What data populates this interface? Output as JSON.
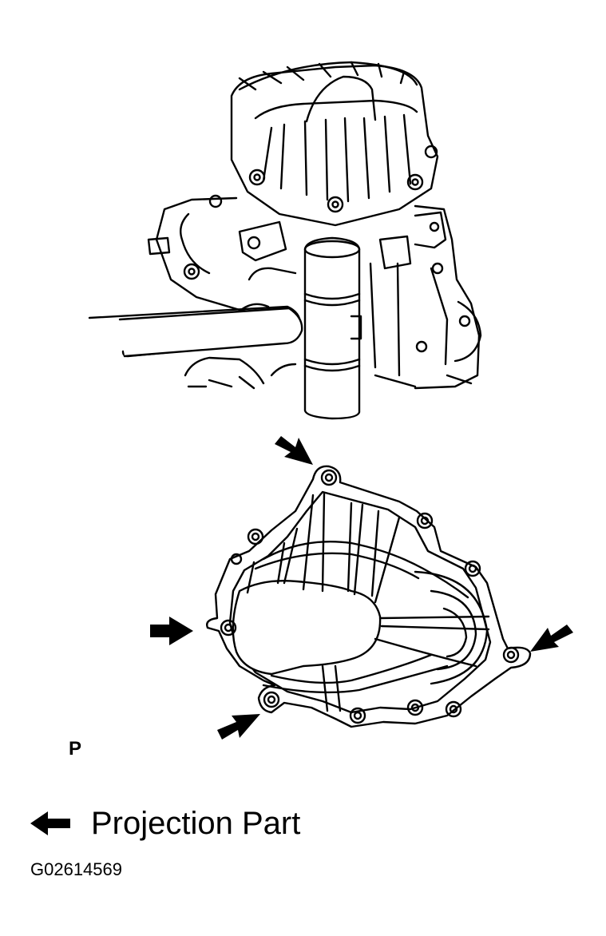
{
  "figure": {
    "view_marker": "P",
    "legend": {
      "icon": "filled-left-arrow-icon",
      "label": "Projection Part"
    },
    "figure_code": "G02614569",
    "line_color": "#000000",
    "background": "#ffffff"
  }
}
